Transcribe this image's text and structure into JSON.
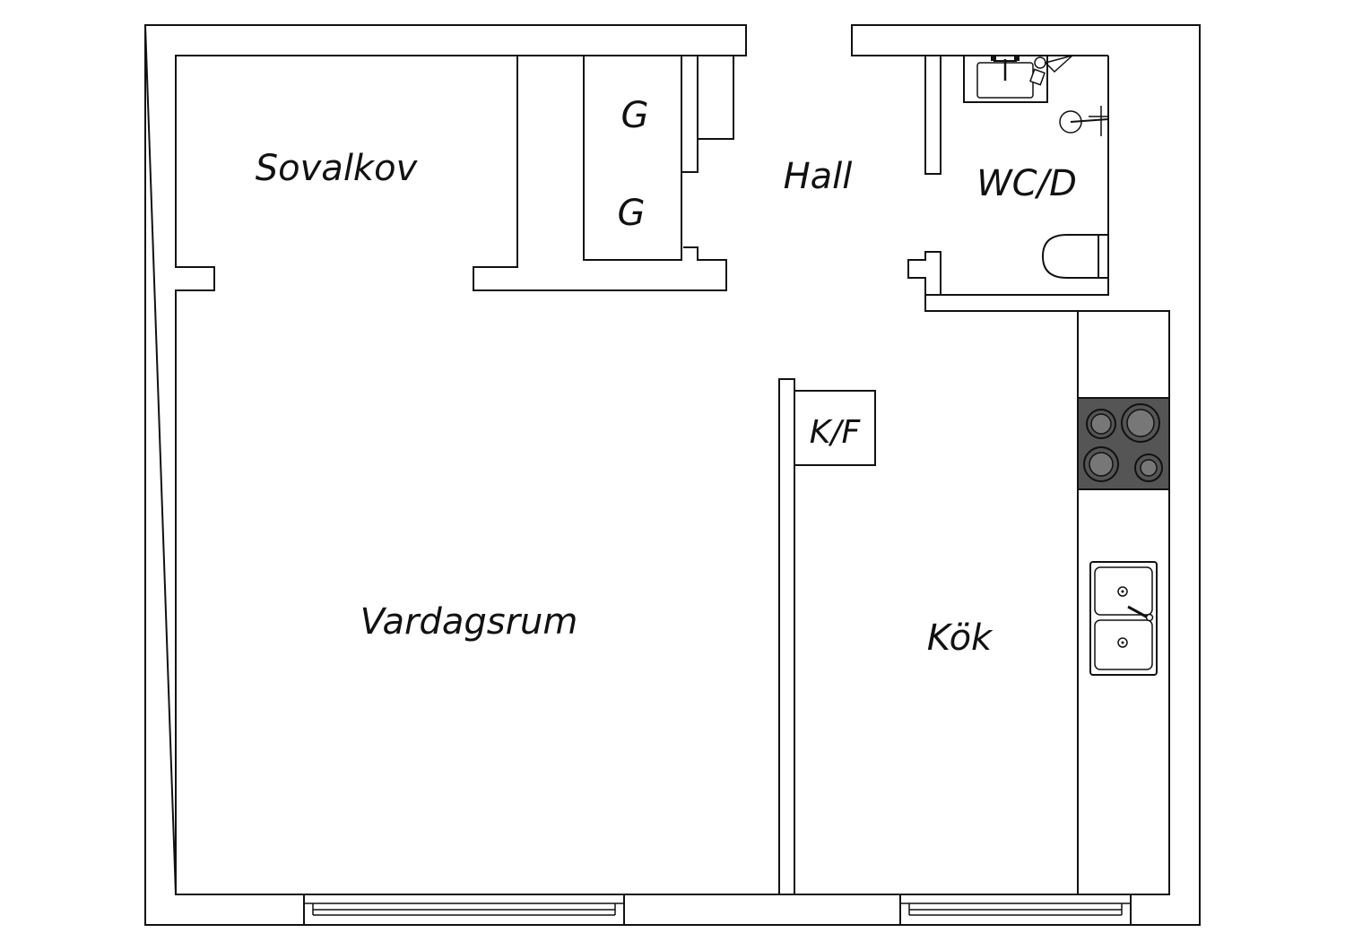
{
  "rooms": {
    "sovalkov": "Sovalkov",
    "hall": "Hall",
    "wcd": "WC/D",
    "vardagsrum": "Vardagsrum",
    "kok": "Kök",
    "closet_top": "G",
    "closet_bottom": "G",
    "fridge": "K/F"
  },
  "colors": {
    "line": "#111111",
    "background": "#ffffff",
    "stove": "#555555"
  }
}
